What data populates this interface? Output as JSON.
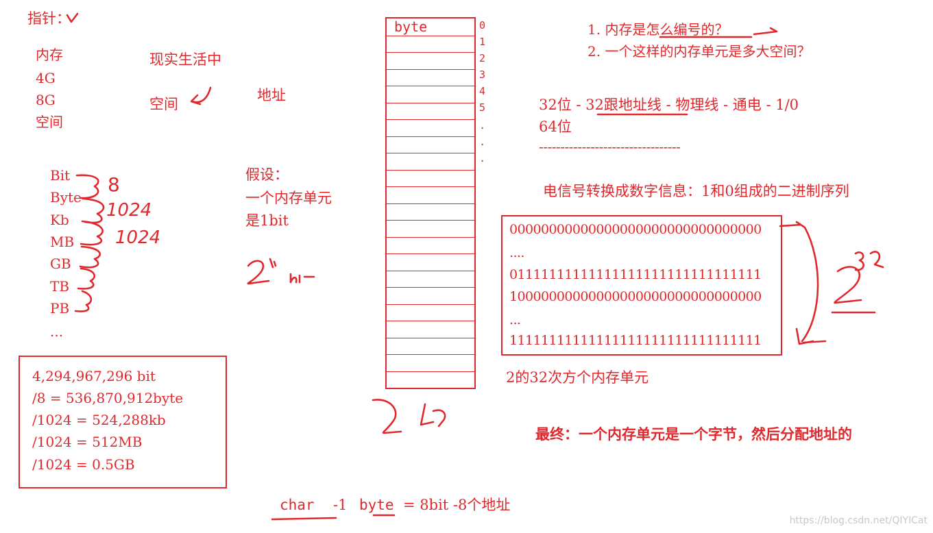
{
  "pointer_title": "指针：",
  "memory_terms": [
    "内存",
    "4G",
    "8G",
    "空间"
  ],
  "real_life": "现实生活中",
  "space": "空间",
  "address": "地址",
  "units": [
    "Bit",
    "Byte",
    "Kb",
    "MB",
    "GB",
    "TB",
    "PB",
    "..."
  ],
  "unit_factors": [
    "8",
    "1024",
    "1024"
  ],
  "assumption": [
    "假设：",
    "一个内存单元",
    "是1bit"
  ],
  "calc_box": [
    "4,294,967,296 bit",
    "/8 = 536,870,912byte",
    "/1024 = 524,288kb",
    "/1024 = 512MB",
    "/1024 = 0.5GB"
  ],
  "memory_first_cell": "byte",
  "addresses": [
    "0",
    "1",
    "2",
    "3",
    "4",
    "5",
    ".",
    ".",
    "."
  ],
  "memory_cell_count": 22,
  "questions": [
    "1. 内存是怎么编号的？",
    "2. 一个这样的内存单元是多大空间？"
  ],
  "bits_line_1": "32位 - 32跟地址线 - 物理线 - 通电 - 1/0",
  "bits_line_2": "64位",
  "dashes": "---------------------------------",
  "signal_text": "电信号转换成数字信息：1和0组成的二进制序列",
  "binary_rows": [
    "00000000000000000000000000000000",
    "....",
    "01111111111111111111111111111111",
    "10000000000000000000000000000000",
    "...",
    "11111111111111111111111111111111"
  ],
  "units_count": "2的32次方个内存单元",
  "conclusion": "最终：一个内存单元是一个字节，然后分配地址的",
  "bottom_line": {
    "char": "char",
    "rest": "-1",
    "byte": "byte",
    "tail": "= 8bit -8个地址"
  },
  "watermark": "https://blog.csdn.net/QIYICat"
}
